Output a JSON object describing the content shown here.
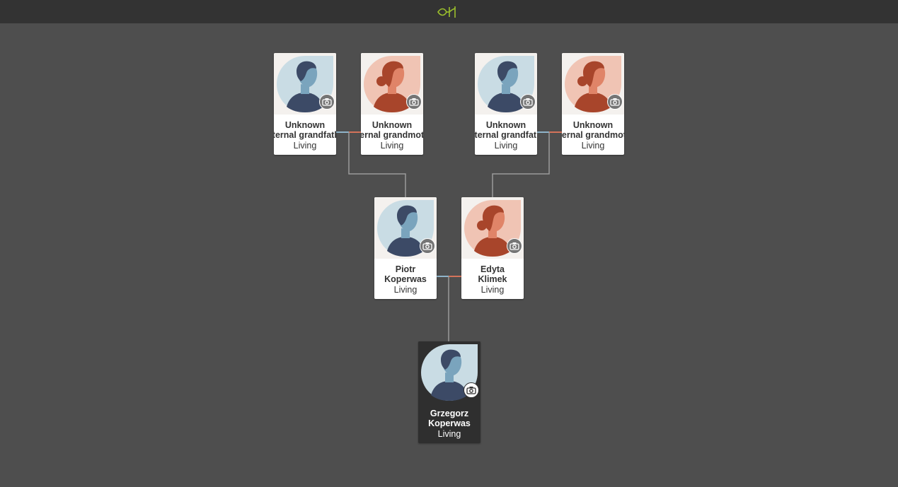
{
  "header": {
    "logo_icon": "ancestry-leaf-logo-icon"
  },
  "colors": {
    "background": "#4e4e4e",
    "topbar": "#333333",
    "male_line": "#8fb3c9",
    "female_line": "#d4735a",
    "connector": "#9a9a9a"
  },
  "people": {
    "paternal_grandfather": {
      "first": "Unknown",
      "second": "paternal grandfather",
      "status": "Living",
      "gender": "male"
    },
    "paternal_grandmother": {
      "first": "Unknown",
      "second": "paternal grandmother",
      "status": "Living",
      "gender": "female"
    },
    "maternal_grandfather": {
      "first": "Unknown",
      "second": "maternal grandfather",
      "status": "Living",
      "gender": "male"
    },
    "maternal_grandmother": {
      "first": "Unknown",
      "second": "maternal grandmother",
      "status": "Living",
      "gender": "female"
    },
    "father": {
      "first": "Piotr",
      "second": "Koperwas",
      "status": "Living",
      "gender": "male"
    },
    "mother": {
      "first": "Edyta",
      "second": "Klimek",
      "status": "Living",
      "gender": "female"
    },
    "self": {
      "first": "Grzegorz",
      "second": "Koperwas",
      "status": "Living",
      "gender": "male"
    }
  }
}
